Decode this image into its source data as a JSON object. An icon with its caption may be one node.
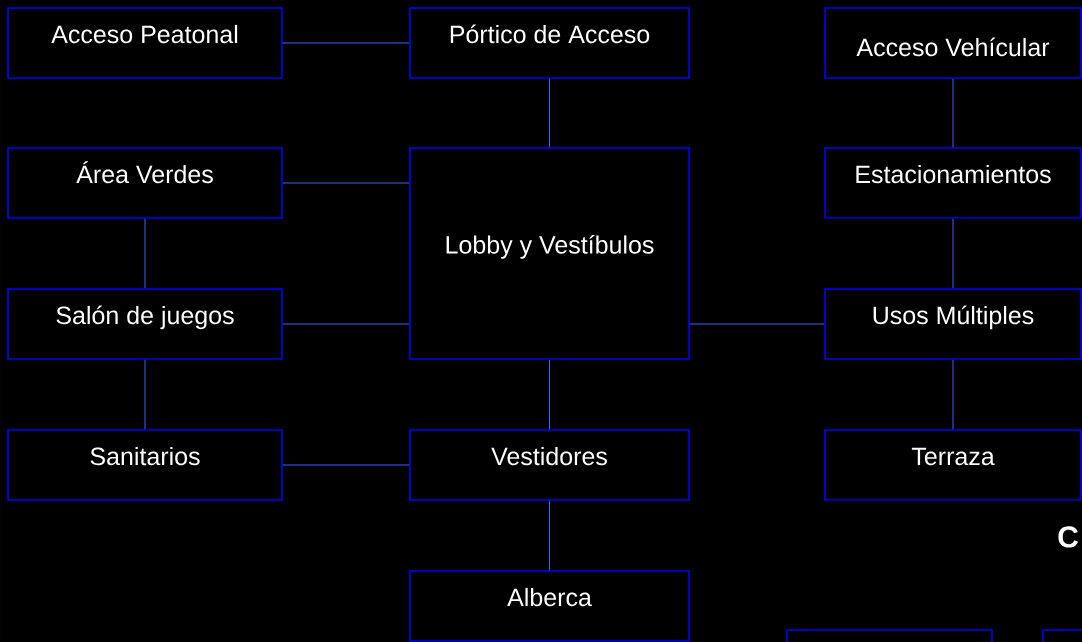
{
  "diagram": {
    "nodes": [
      {
        "text": [
          "Acceso Peatonal"
        ]
      },
      {
        "text": [
          "Pórtico de Acceso"
        ]
      },
      {
        "text": [
          "Acceso Vehícular"
        ]
      },
      {
        "text": [
          "Área Verdes"
        ]
      },
      {
        "text": [
          "Lobby y Vestíbulos"
        ]
      },
      {
        "text": [
          "Estacionamientos"
        ]
      },
      {
        "text": [
          "Salón de juegos"
        ]
      },
      {
        "text": [
          "Usos Múltiples"
        ]
      },
      {
        "text": [
          "Sanitarios"
        ]
      },
      {
        "text": [
          "Vestidores"
        ]
      },
      {
        "text": [
          "Terraza"
        ]
      },
      {
        "text": [
          "Alberca"
        ]
      },
      {
        "text": [],
        "shape": "box"
      },
      {
        "text": [],
        "shape": "box"
      }
    ],
    "edges": [
      {
        "from": 0,
        "to": 1,
        "arrow": "none"
      },
      {
        "from": 1,
        "to": 4,
        "arrow": "none"
      },
      {
        "from": 3,
        "to": 4,
        "arrow": "none"
      },
      {
        "from": 3,
        "to": 6,
        "arrow": "none"
      },
      {
        "from": 6,
        "to": 4,
        "arrow": "none"
      },
      {
        "from": 6,
        "to": 8,
        "arrow": "none"
      },
      {
        "from": 8,
        "to": 9,
        "arrow": "none"
      },
      {
        "from": 4,
        "to": 9,
        "arrow": "none"
      },
      {
        "from": 9,
        "to": 11,
        "arrow": "none"
      },
      {
        "from": 4,
        "to": 7,
        "arrow": "none"
      },
      {
        "from": 2,
        "to": 5,
        "arrow": "none"
      },
      {
        "from": 5,
        "to": 7,
        "arrow": "none"
      },
      {
        "from": 7,
        "to": 10,
        "arrow": "none"
      }
    ],
    "labels": [
      "C"
    ]
  }
}
